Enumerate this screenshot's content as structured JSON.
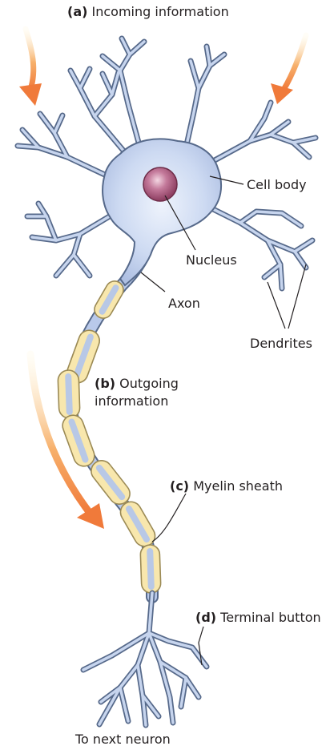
{
  "labels": {
    "incoming": {
      "tag": "(a)",
      "text": "Incoming information"
    },
    "cell_body": "Cell body",
    "nucleus": "Nucleus",
    "axon": "Axon",
    "dendrites": "Dendrites",
    "outgoing": {
      "tag": "(b)",
      "line1": "Outgoing",
      "line2": "information"
    },
    "myelin": {
      "tag": "(c)",
      "text": "Myelin sheath"
    },
    "terminal": {
      "tag": "(d)",
      "text": "Terminal button"
    },
    "next_neuron": "To next neuron"
  },
  "colors": {
    "membrane_fill": "#b9c9ea",
    "membrane_stroke": "#56698a",
    "nucleus": "#a24f73",
    "myelin_fill": "#f8e7ad",
    "myelin_stroke": "#9b8a55",
    "arrow_orange": "#f07a3a"
  }
}
